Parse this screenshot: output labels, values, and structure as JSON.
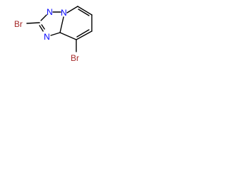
{
  "molecule": {
    "atoms": {
      "br_left": {
        "label": "Br",
        "color": "#a52a2a"
      },
      "br_bottom": {
        "label": "Br",
        "color": "#a52a2a"
      },
      "n_top_mid": {
        "label": "N",
        "color": "#0000ff"
      },
      "n_bridge": {
        "label": "N",
        "color": "#0000ff"
      },
      "n_lower": {
        "label": "N",
        "color": "#0000ff"
      }
    },
    "bond_color": "#000000"
  }
}
